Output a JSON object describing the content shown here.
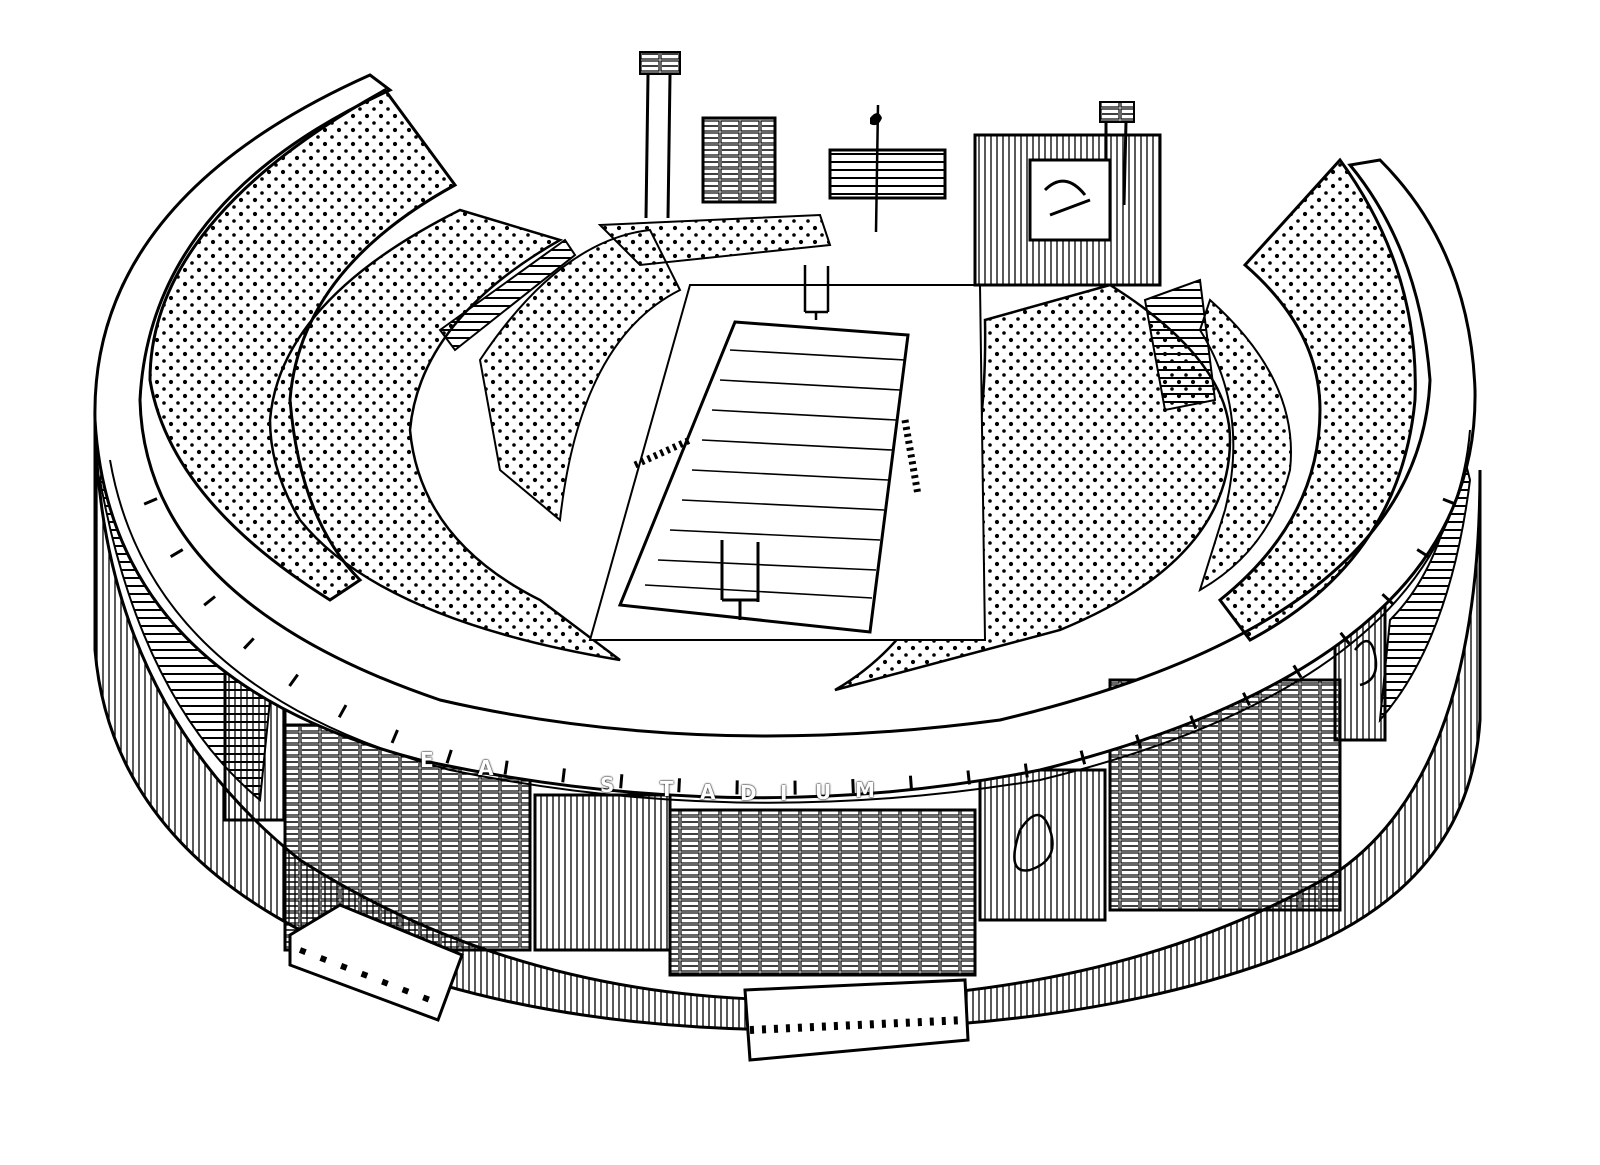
{
  "illustration": {
    "subject": "stadium-line-drawing",
    "ink_color": "#000000",
    "paper_color": "#ffffff",
    "stadium_sign_letters": [
      "E",
      "A",
      "S",
      "T",
      "A",
      "D",
      "I",
      "U",
      "M"
    ],
    "sign_fragments": [
      "EA",
      "STADIUM"
    ]
  }
}
